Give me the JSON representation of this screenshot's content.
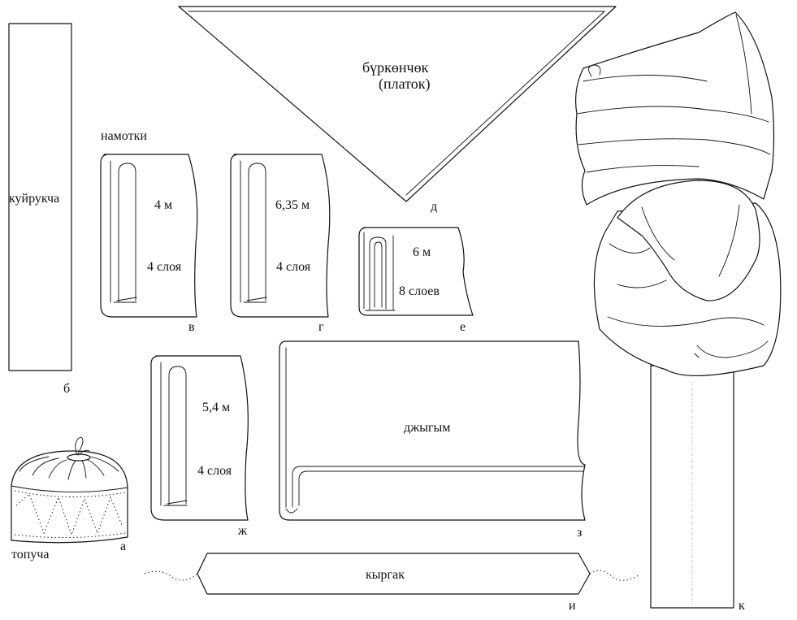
{
  "labels": {
    "kuyrukcha": "куйрукча",
    "b": "б",
    "namotki": "намотки",
    "burkonchok": "бүркөнчөк",
    "platok": "(платок)",
    "d": "д",
    "v_len": "4 м",
    "v_layers": "4 слоя",
    "v": "в",
    "g_len": "6,35 м",
    "g_layers": "4 слоя",
    "g": "г",
    "e_len": "6 м",
    "e_layers": "8 слоев",
    "e": "е",
    "zh_len": "5,4 м",
    "zh_layers": "4 слоя",
    "zh": "ж",
    "dzhygym": "джыгым",
    "z": "з",
    "topucha": "топуча",
    "a": "а",
    "kyrgak": "кыргак",
    "i": "и",
    "k": "к"
  }
}
